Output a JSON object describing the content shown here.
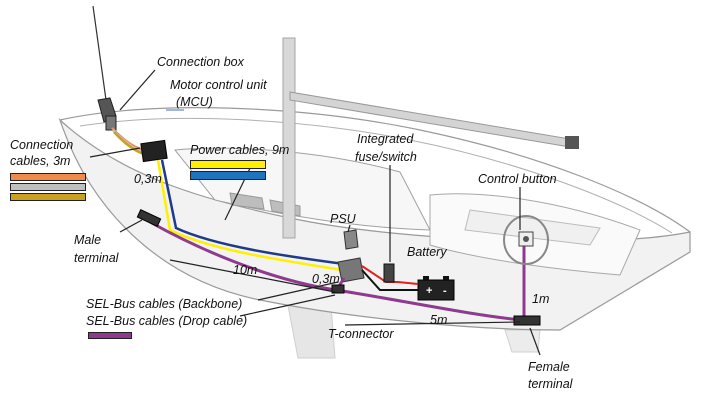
{
  "labels": {
    "connection_box": "Connection box",
    "mcu_line1": "Motor control unit",
    "mcu_line2": "(MCU)",
    "connection_cables_line1": "Connection",
    "connection_cables_line2": "cables, 3m",
    "power_cables": "Power cables, 9m",
    "integrated_line1": "Integrated",
    "integrated_line2": "fuse/switch",
    "control_button": "Control button",
    "dist_0_3m_a": "0,3m",
    "male_line1": "Male",
    "male_line2": "terminal",
    "psu": "PSU",
    "battery": "Battery",
    "dist_10m": "10m",
    "dist_0_3m_b": "0,3m",
    "sel_backbone": "SEL-Bus cables (Backbone)",
    "sel_drop": "SEL-Bus cables (Drop cable)",
    "t_connector": "T-connector",
    "dist_5m": "5m",
    "dist_1m": "1m",
    "female_line1": "Female",
    "female_line2": "terminal"
  },
  "colors": {
    "connection_cable_1": "#f08a4b",
    "connection_cable_2": "#c0c0c0",
    "connection_cable_3": "#c9a020",
    "power_cable_1": "#ffef00",
    "power_cable_2": "#1e73be",
    "sel_bus": "#8e3a8e",
    "battery_plus": "#e02020",
    "hull_line": "#9a9a9a"
  },
  "icons": [
    "connection-box-icon",
    "mcu-icon",
    "psu-icon",
    "fuse-switch-icon",
    "battery-icon",
    "t-connector-icon",
    "male-terminal-icon",
    "female-terminal-icon",
    "control-button-icon",
    "mast-icon",
    "boom-icon"
  ]
}
